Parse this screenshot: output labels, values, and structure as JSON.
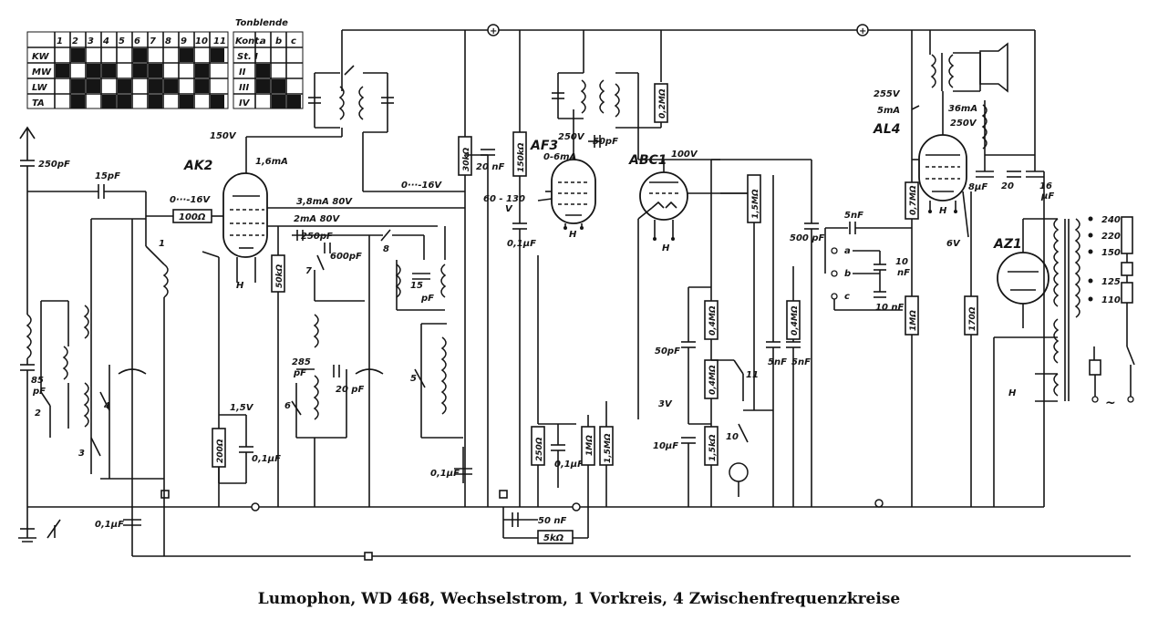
{
  "band_table": {
    "columns": [
      "",
      "1",
      "2",
      "3",
      "4",
      "5",
      "6",
      "7",
      "8",
      "9",
      "10",
      "11"
    ],
    "rows": [
      {
        "label": "KW",
        "on": [
          0,
          1,
          0,
          0,
          0,
          1,
          0,
          0,
          1,
          0,
          1
        ]
      },
      {
        "label": "MW",
        "on": [
          1,
          0,
          1,
          1,
          0,
          1,
          1,
          0,
          0,
          1,
          0
        ]
      },
      {
        "label": "LW",
        "on": [
          0,
          1,
          1,
          0,
          1,
          0,
          1,
          1,
          0,
          1,
          0
        ]
      },
      {
        "label": "TA",
        "on": [
          0,
          1,
          0,
          1,
          1,
          0,
          1,
          0,
          1,
          0,
          1
        ]
      }
    ]
  },
  "tone_table": {
    "title": "Tonblende",
    "columns": [
      "Kont.",
      "a",
      "b",
      "c"
    ],
    "rows": [
      {
        "label": "St. I",
        "on": [
          0,
          0,
          0
        ]
      },
      {
        "label": "II",
        "on": [
          1,
          0,
          0
        ]
      },
      {
        "label": "III",
        "on": [
          1,
          1,
          0
        ]
      },
      {
        "label": "IV",
        "on": [
          0,
          1,
          1
        ]
      }
    ]
  },
  "tubes": {
    "ak2": "AK2",
    "af3": "AF3",
    "abc1": "ABC1",
    "al4": "AL4",
    "az1": "AZ1"
  },
  "labels": {
    "c_250pf": "250pF",
    "c_15pf_in": "15pF",
    "c_85pf": "85",
    "c_85pf_unit": "pF",
    "v_150": "150V",
    "ma_16": "1,6mA",
    "v_range_16": "0···-16V",
    "r_100": "100Ω",
    "ma_38": "3,8mA 80V",
    "ma_2": "2mA 80V",
    "c_250pf_b": "250pF",
    "c_600pf": "600pF",
    "r_50k": "50kΩ",
    "c_15pf_b": "15",
    "c_15pf_bu": "pF",
    "c_285": "285",
    "c_285u": "pF",
    "c_20pf": "20 pF",
    "v_15": "1,5V",
    "r_200": "200Ω",
    "c_01uf_a": "0,1μF",
    "c_01uf_b": "0,1μF",
    "c_01uf_c": "0,1μF",
    "c_01uf_d": "0,1μF",
    "c_01uf_e": "0,1μF",
    "v_range_16b": "0···-16V",
    "r_30k": "30kΩ",
    "c_20nf": "20 nF",
    "r_150k": "150kΩ",
    "v_250": "250V",
    "ma_af3": "0-6mA",
    "c_50pf_a": "50pF",
    "v_130": "60 - 130",
    "v_130u": "V",
    "v_100": "100V",
    "r_02m": "0,2MΩ",
    "r_15m": "1,5MΩ",
    "r_250": "250Ω",
    "r_1m": "1MΩ",
    "r_15mb": "1,5MΩ",
    "c_50nf": "50 nF",
    "r_5k": "5kΩ",
    "r_04m": "0,4MΩ",
    "c_50pf_b": "50pF",
    "r_04mb": "0,4MΩ",
    "v_3": "3V",
    "c_10uf": "10μF",
    "r_15kb": "1,5kΩ",
    "c_500pf": "500 pF",
    "r_04mc": "0,4MΩ",
    "c_5nf_a": "5nF",
    "c_5nf_b": "5nF",
    "c_5nf_c": "5nF",
    "c_10nf_a": "10",
    "c_10nf_au": "nF",
    "c_10nf_b": "10 nF",
    "r_07m": "0,7MΩ",
    "r_1mb": "1MΩ",
    "v_255": "255V",
    "ma_5": "5mA",
    "ma_36": "36mA",
    "v_250b": "250V",
    "c_8uf": "8μF",
    "c_20uf": "20",
    "c_16uf": "16",
    "c_16ufu": "μF",
    "v_6": "6V",
    "r_170": "170Ω",
    "mains_240": "240",
    "mains_220": "220",
    "mains_150": "150",
    "mains_125": "125",
    "mains_110": "110",
    "heater_h": "H",
    "sw_1": "1",
    "sw_2": "2",
    "sw_3": "3",
    "sw_4": "4",
    "sw_5": "5",
    "sw_6": "6",
    "sw_7": "7",
    "sw_8": "8",
    "sw_10": "10",
    "sw_11": "11",
    "tone_a": "a",
    "tone_b": "b",
    "tone_c": "c",
    "tilde": "~",
    "plus": "+"
  },
  "caption": "Lumophon, WD 468, Wechselstrom, 1 Vorkreis, 4 Zwischenfrequenzkreise"
}
